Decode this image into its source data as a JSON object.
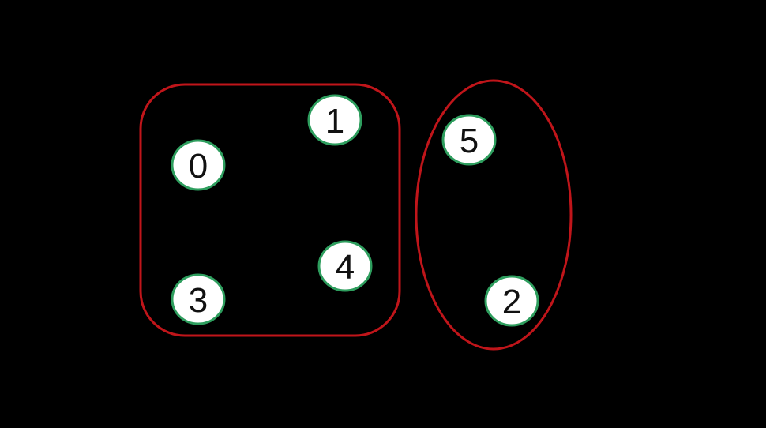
{
  "colors": {
    "background": "#000000",
    "group_border": "#c0151a",
    "node_fill": "#ffffff",
    "node_border": "#2e9e5e",
    "node_text": "#111111"
  },
  "groups": [
    {
      "shape": "rounded-rectangle",
      "members": [
        "0",
        "1",
        "3",
        "4"
      ]
    },
    {
      "shape": "ellipse",
      "members": [
        "5",
        "2"
      ]
    }
  ],
  "nodes": [
    {
      "label": "0"
    },
    {
      "label": "1"
    },
    {
      "label": "3"
    },
    {
      "label": "4"
    },
    {
      "label": "5"
    },
    {
      "label": "2"
    }
  ]
}
